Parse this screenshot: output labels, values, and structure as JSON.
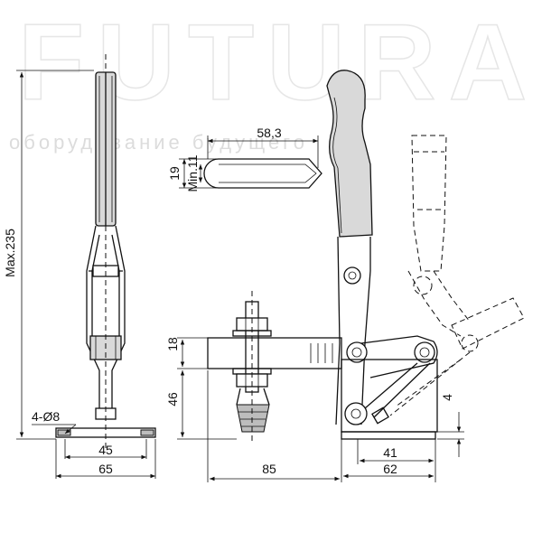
{
  "watermark": {
    "brand": "FUTURA",
    "tagline": "оборудование будущего"
  },
  "dimensions": {
    "max_height": "Max.235",
    "holes": "4-Ø8",
    "base_inner": "45",
    "base_outer": "65",
    "handle_length": "58,3",
    "handle_width": "19",
    "handle_min": "Min.11",
    "arm_thickness": "18",
    "arm_height": "46",
    "reach": "85",
    "base_offset": "41",
    "base_length": "62",
    "base_thickness": "4"
  }
}
